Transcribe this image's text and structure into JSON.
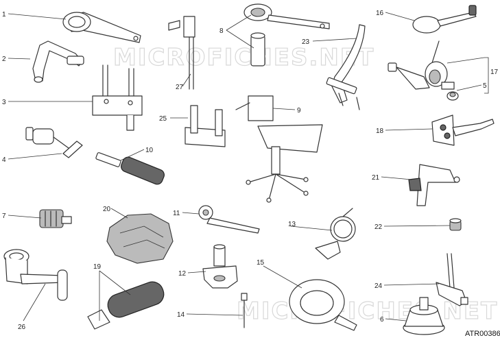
{
  "diagram": {
    "reference_code": "ATR00386",
    "watermark": "MICROFICHES.NET",
    "callouts": [
      {
        "label": "1"
      },
      {
        "label": "2"
      },
      {
        "label": "3"
      },
      {
        "label": "4"
      },
      {
        "label": "5"
      },
      {
        "label": "6"
      },
      {
        "label": "7"
      },
      {
        "label": "8"
      },
      {
        "label": "9"
      },
      {
        "label": "10"
      },
      {
        "label": "11"
      },
      {
        "label": "12"
      },
      {
        "label": "13"
      },
      {
        "label": "14"
      },
      {
        "label": "15"
      },
      {
        "label": "16"
      },
      {
        "label": "17"
      },
      {
        "label": "18"
      },
      {
        "label": "19"
      },
      {
        "label": "20"
      },
      {
        "label": "21"
      },
      {
        "label": "22"
      },
      {
        "label": "23"
      },
      {
        "label": "24"
      },
      {
        "label": "25"
      },
      {
        "label": "26"
      },
      {
        "label": "27"
      }
    ]
  }
}
